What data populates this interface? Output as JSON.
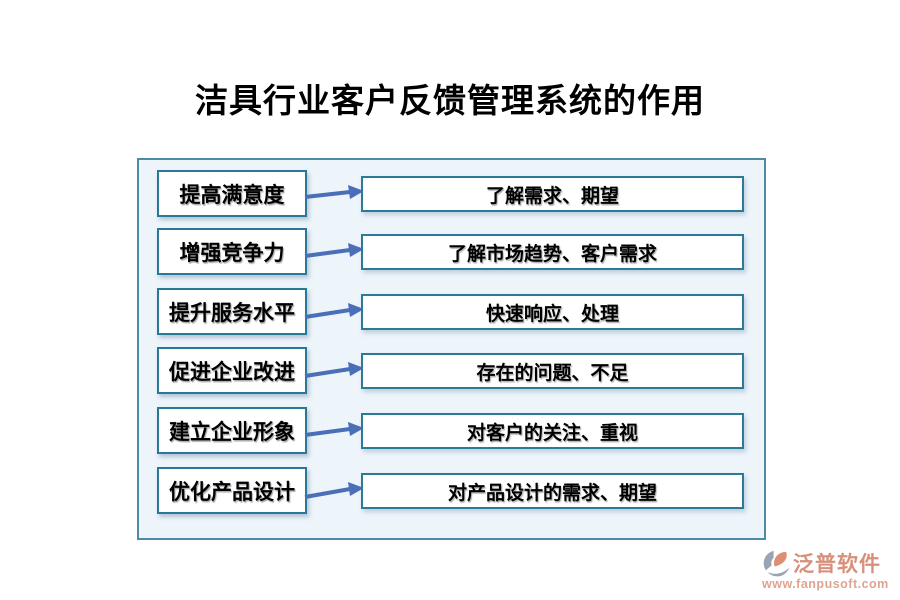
{
  "title": "洁具行业客户反馈管理系统的作用",
  "diagram": {
    "rows": [
      {
        "label": "提高满意度",
        "description": "了解需求、期望"
      },
      {
        "label": "增强竞争力",
        "description": "了解市场趋势、客户需求"
      },
      {
        "label": "提升服务水平",
        "description": "快速响应、处理"
      },
      {
        "label": "促进企业改进",
        "description": "存在的问题、不足"
      },
      {
        "label": "建立企业形象",
        "description": "对客户的关注、重视"
      },
      {
        "label": "优化产品设计",
        "description": "对产品设计的需求、期望"
      }
    ]
  },
  "watermark": {
    "brand": "泛普软件",
    "url": "www.fanpusoft.com",
    "logo_icon": "fanpusoft-logo-icon"
  },
  "colors": {
    "arrow": "#4a6fb8",
    "box_border": "#277a95",
    "container_border": "#4d8aa6",
    "container_bg": "#edf4fa",
    "title_text": "#000000",
    "watermark_brand": "#d8907c",
    "watermark_url": "#dfa391",
    "logo_gray": "#9aa4b5",
    "logo_salmon": "#de8e72"
  }
}
